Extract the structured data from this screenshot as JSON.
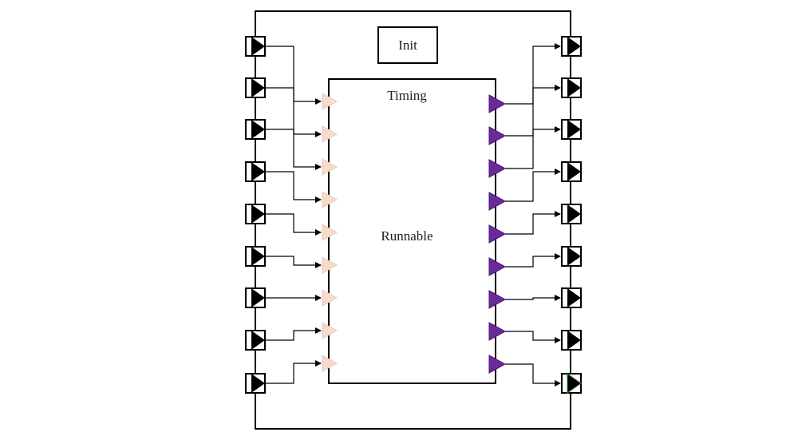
{
  "labels": {
    "init": "Init",
    "timing": "Timing",
    "runnable": "Runnable"
  },
  "ports": {
    "inputs": 9,
    "outputs": 9
  },
  "colors": {
    "input_marker": "#f7dccd",
    "output_marker": "#6a2a9a",
    "port": "#000000",
    "last_output_accent": "#2a8a2a"
  }
}
